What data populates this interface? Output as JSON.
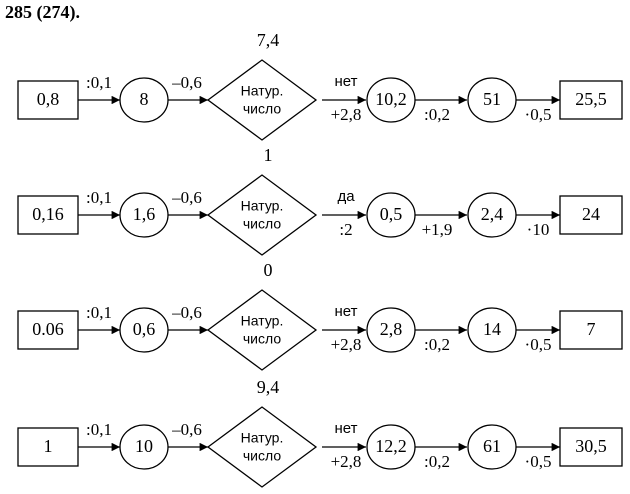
{
  "title": "285 (274).",
  "decision_label": [
    "Натур.",
    "число"
  ],
  "rows": [
    {
      "input": "0,8",
      "op1": ":0,1",
      "v1": "8",
      "op2": "–0,6",
      "mid": "7,4",
      "answer": "нет",
      "op3": "+2,8",
      "v3": "10,2",
      "op4": ":0,2",
      "v4": "51",
      "op5": "·0,5",
      "result": "25,5"
    },
    {
      "input": "0,16",
      "op1": ":0,1",
      "v1": "1,6",
      "op2": "–0,6",
      "mid": "1",
      "answer": "да",
      "op3": ":2",
      "v3": "0,5",
      "op4": "+1,9",
      "v4": "2,4",
      "op5": "·10",
      "result": "24"
    },
    {
      "input": "0.06",
      "op1": ":0,1",
      "v1": "0,6",
      "op2": "–0,6",
      "mid": "0",
      "answer": "нет",
      "op3": "+2,8",
      "v3": "2,8",
      "op4": ":0,2",
      "v4": "14",
      "op5": "·0,5",
      "result": "7"
    },
    {
      "input": "1",
      "op1": ":0,1",
      "v1": "10",
      "op2": "–0,6",
      "mid": "9,4",
      "answer": "нет",
      "op3": "+2,8",
      "v3": "12,2",
      "op4": ":0,2",
      "v4": "61",
      "op5": "·0,5",
      "result": "30,5"
    }
  ]
}
